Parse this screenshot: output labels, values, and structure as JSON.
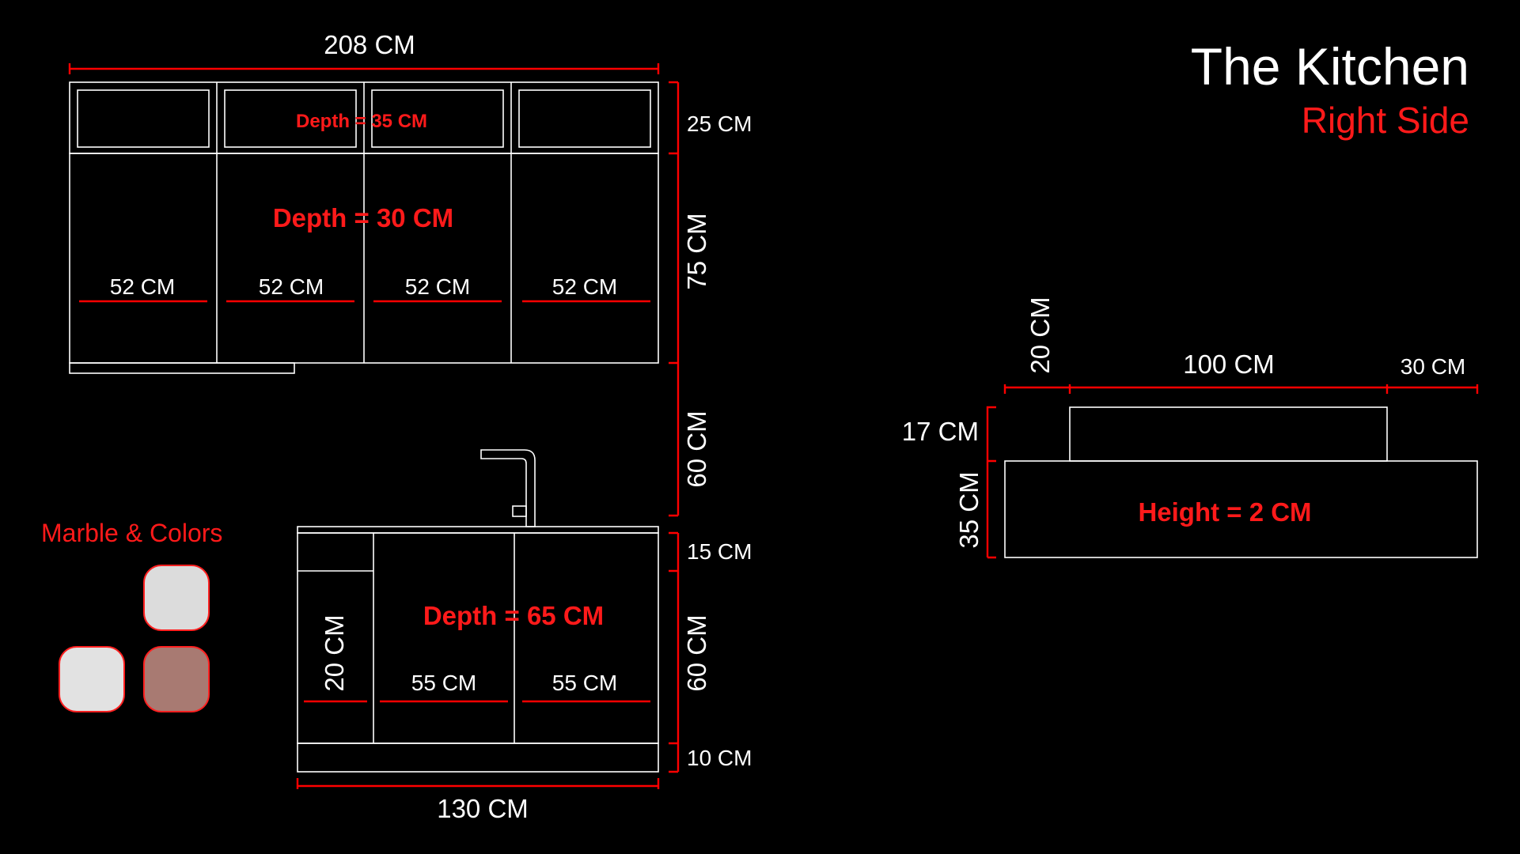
{
  "title": "The Kitchen",
  "subtitle": "Right Side",
  "upper_cabinets": {
    "total_width": "208 CM",
    "top_height": "25 CM",
    "top_depth": "Depth = 35 CM",
    "main_height": "75 CM",
    "main_depth": "Depth = 30 CM",
    "door_widths": [
      "52 CM",
      "52 CM",
      "52 CM",
      "52 CM"
    ],
    "gap_height": "60 CM"
  },
  "lower_cabinets": {
    "top_height": "15 CM",
    "main_height": "60 CM",
    "base_height": "10 CM",
    "total_width": "130 CM",
    "depth": "Depth = 65 CM",
    "left_width": "20 CM",
    "door_widths": [
      "55 CM",
      "55 CM"
    ]
  },
  "right_unit": {
    "left_offset": "20 CM",
    "top_width": "100 CM",
    "right_offset": "30 CM",
    "top_height": "17 CM",
    "base_height": "35 CM",
    "height_label": "Height = 2 CM"
  },
  "marble": {
    "label": "Marble & Colors",
    "swatch_colors": [
      "#dcdcdc",
      "#e2e2e2",
      "#a87a72"
    ],
    "swatch_border": "#ff2020"
  },
  "colors": {
    "background": "#000000",
    "line": "#ffffff",
    "accent": "#ff0000"
  }
}
